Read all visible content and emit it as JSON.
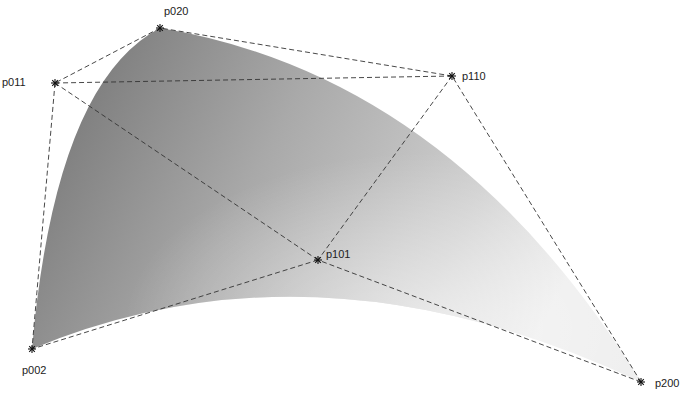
{
  "diagram": {
    "labels": [
      "p020",
      "p011",
      "p110",
      "p101",
      "p002",
      "p200"
    ]
  }
}
